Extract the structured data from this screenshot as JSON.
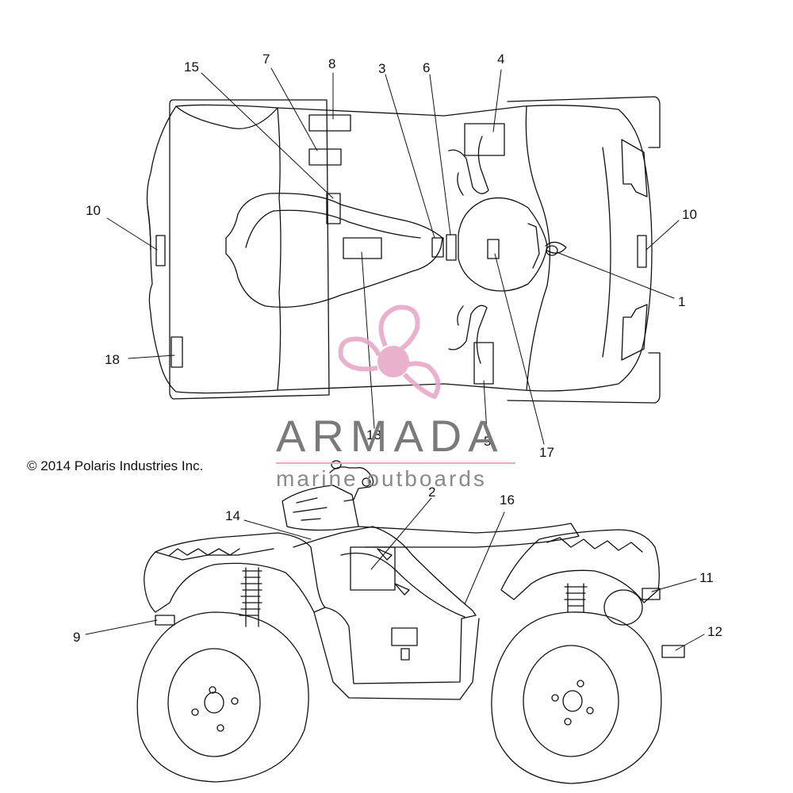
{
  "copyright": "© 2014 Polaris Industries Inc.",
  "watermark": {
    "title": "ARMADA",
    "subtitle": "marine outboards",
    "color": "#e8a9c8"
  },
  "callouts": {
    "c1": "1",
    "c2": "2",
    "c3": "3",
    "c4": "4",
    "c5": "5",
    "c6": "6",
    "c7": "7",
    "c8": "8",
    "c9": "9",
    "c10a": "10",
    "c10b": "10",
    "c11": "11",
    "c12": "12",
    "c13": "13",
    "c14": "14",
    "c15": "15",
    "c16": "16",
    "c17": "17",
    "c18": "18"
  }
}
